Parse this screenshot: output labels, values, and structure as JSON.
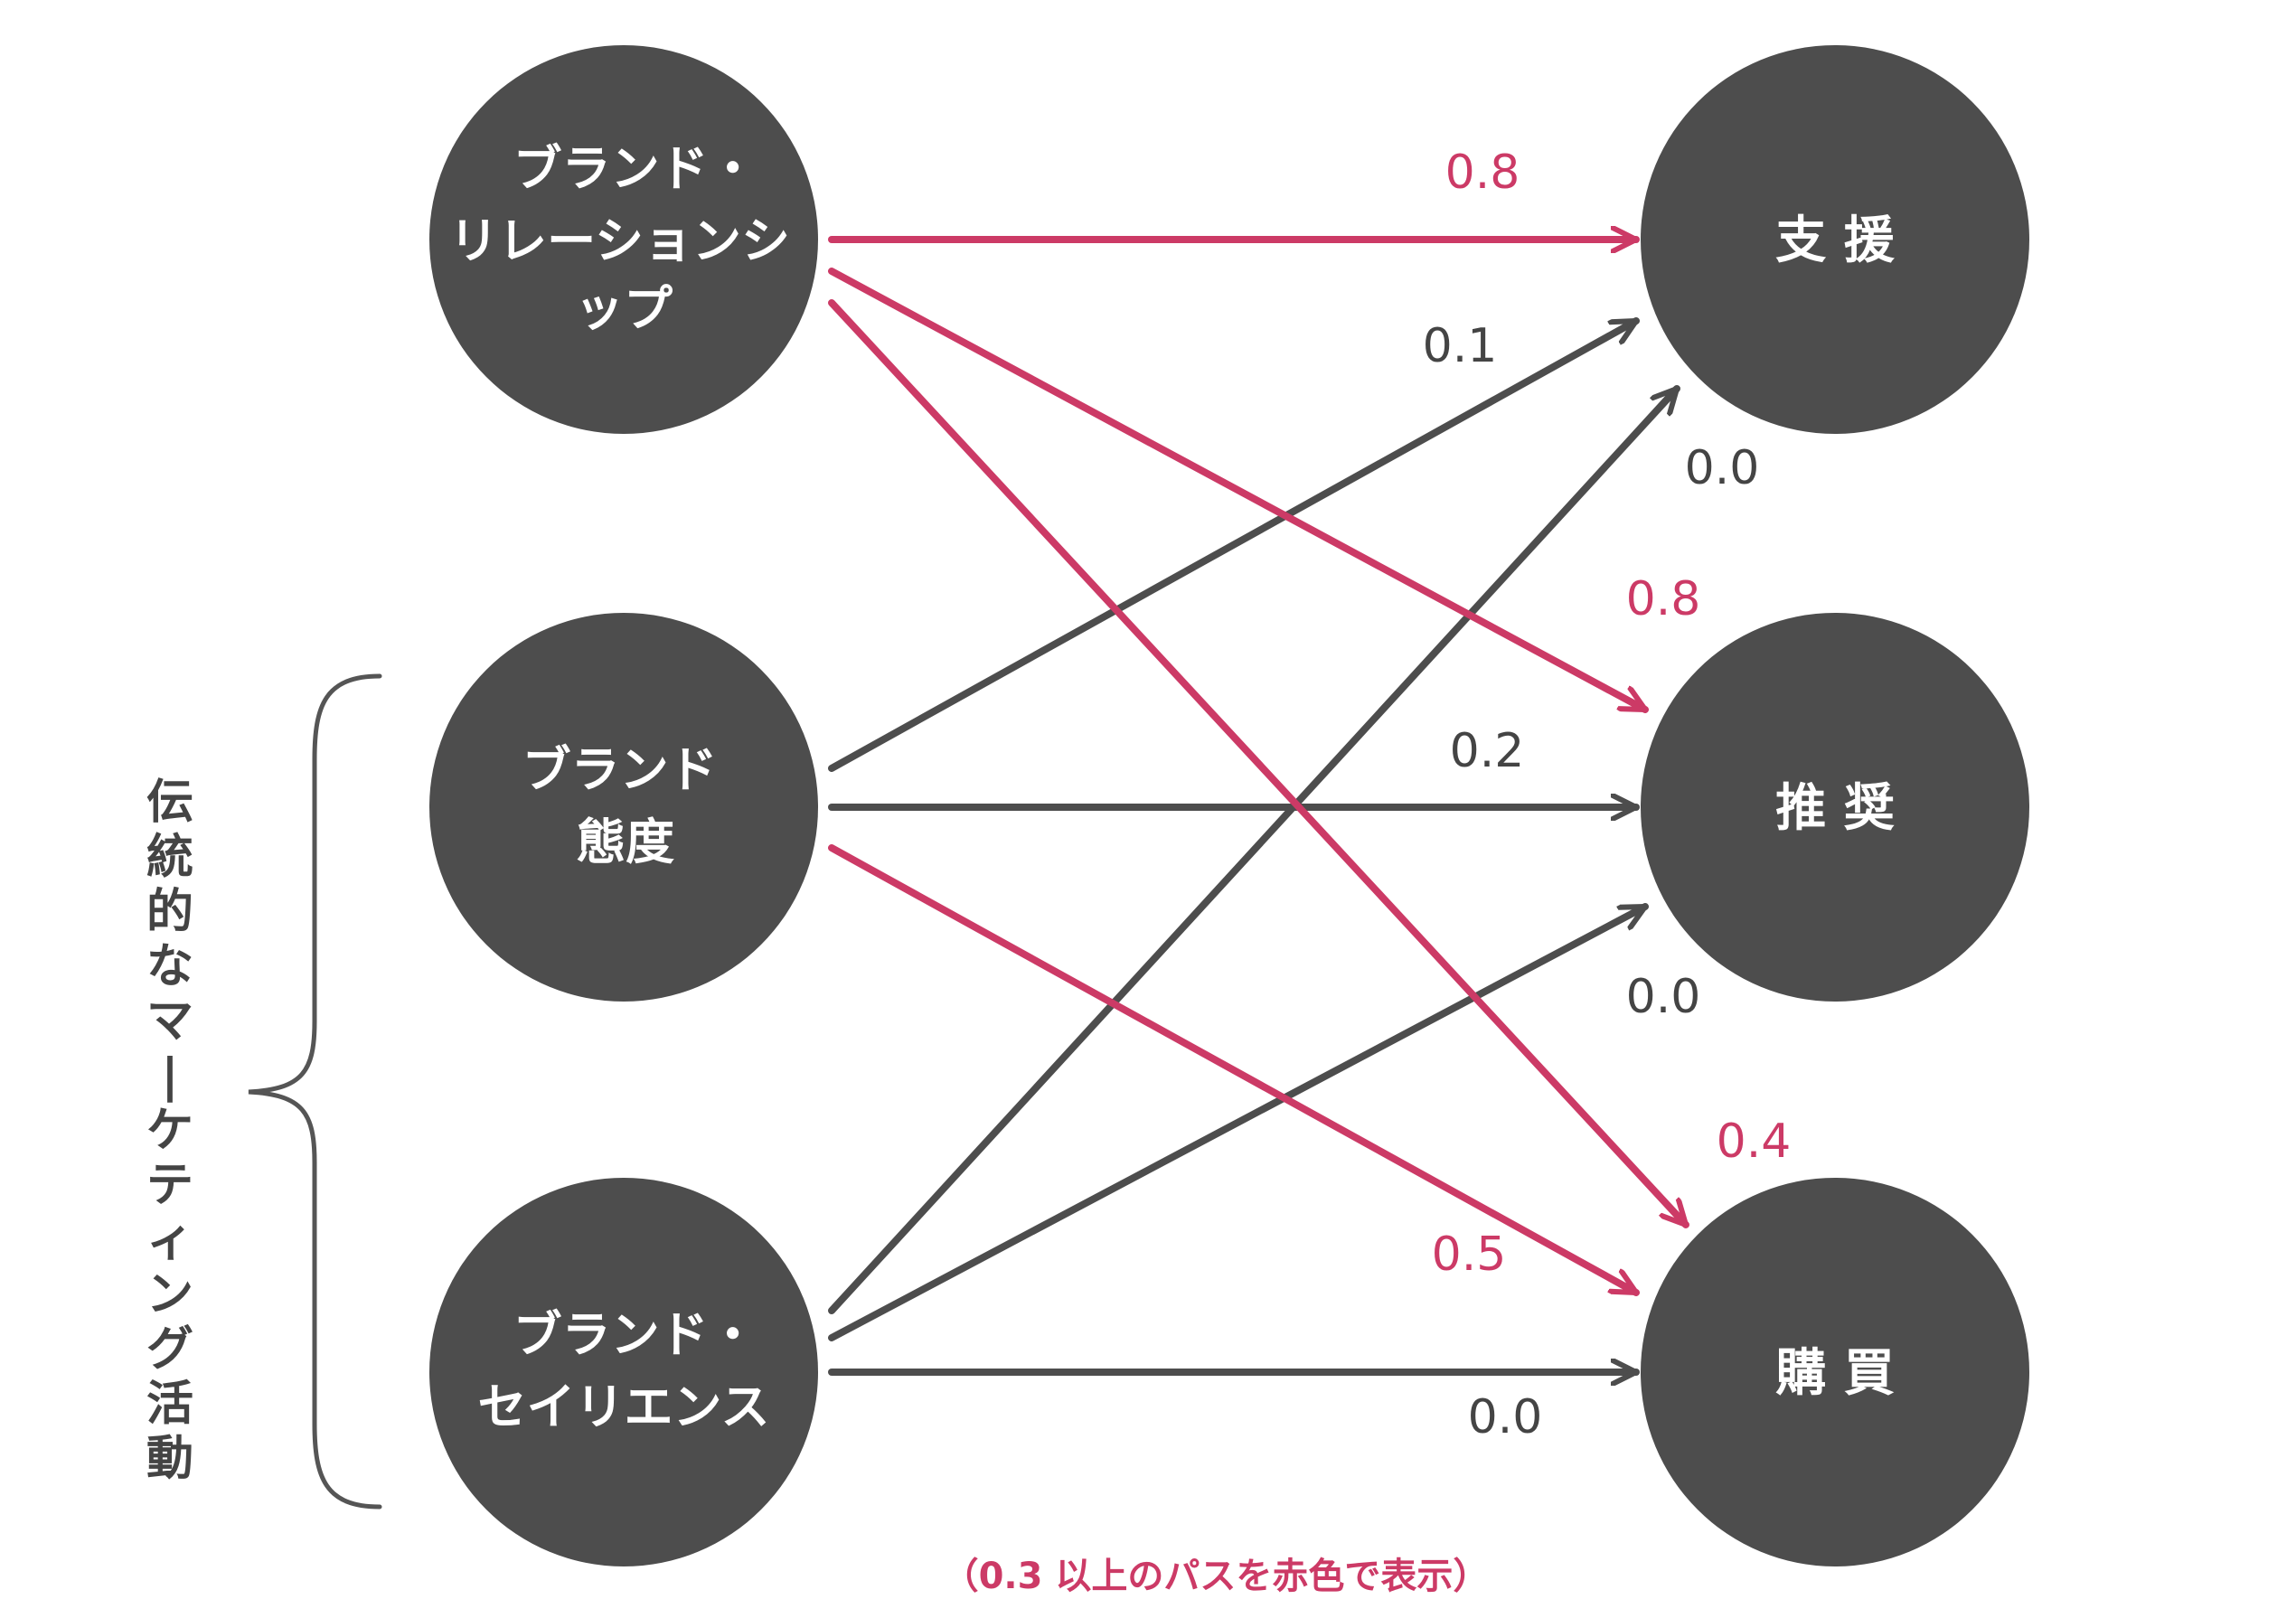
{
  "colors": {
    "node": "#4d4d4d",
    "node_text": "#ffffff",
    "gray_path": "#4d4d4d",
    "red_path": "#cc3a66",
    "bracket": "#555555"
  },
  "nodes": {
    "brand_relationship": {
      "lines": [
        "ブランド・",
        "リレーションシ",
        "ップ"
      ]
    },
    "brand_attitude": {
      "lines": [
        "ブランド",
        "態度"
      ]
    },
    "brand_salience": {
      "lines": [
        "ブランド・",
        "セイリエンス"
      ]
    },
    "support": {
      "label": "支 援"
    },
    "recommend": {
      "label": "推 奨"
    },
    "purchase": {
      "label": "購 買"
    }
  },
  "paths": [
    {
      "from": "brand_relationship",
      "to": "support",
      "weight": "0.8",
      "highlight": true
    },
    {
      "from": "brand_relationship",
      "to": "recommend",
      "weight": "0.8",
      "highlight": true
    },
    {
      "from": "brand_relationship",
      "to": "purchase",
      "weight": "0.4",
      "highlight": true
    },
    {
      "from": "brand_attitude",
      "to": "support",
      "weight": "0.1",
      "highlight": false
    },
    {
      "from": "brand_attitude",
      "to": "recommend",
      "weight": "0.2",
      "highlight": false
    },
    {
      "from": "brand_attitude",
      "to": "purchase",
      "weight": "0.5",
      "highlight": true
    },
    {
      "from": "brand_salience",
      "to": "support",
      "weight": "0.0",
      "highlight": false
    },
    {
      "from": "brand_salience",
      "to": "recommend",
      "weight": "0.0",
      "highlight": false
    },
    {
      "from": "brand_salience",
      "to": "purchase",
      "weight": "0.0",
      "highlight": false
    }
  ],
  "side_label": "伝統的なマーケティング活動",
  "note": "（0.3 以上のパスを赤色で表示）"
}
